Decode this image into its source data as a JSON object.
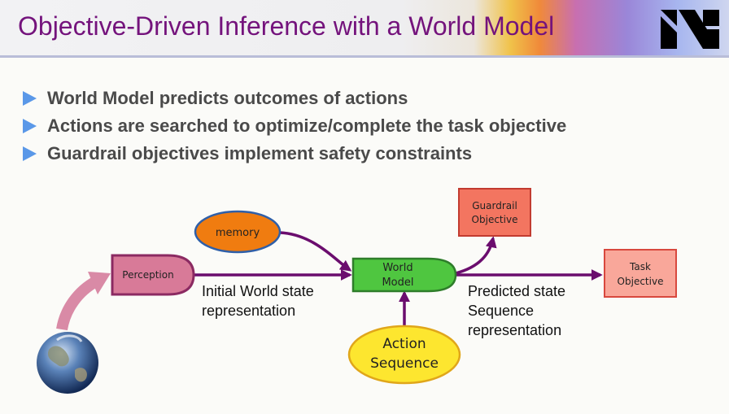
{
  "title": "Objective-Driven Inference with a World Model",
  "bullets": [
    "World Model predicts outcomes of actions",
    "Actions are searched to optimize/complete the task objective",
    "Guardrail objectives implement safety constraints"
  ],
  "nodes": {
    "memory": "memory",
    "perception": "Perception",
    "world_model": [
      "World",
      "Model"
    ],
    "guardrail": [
      "Guardrail",
      "Objective"
    ],
    "task": [
      "Task",
      "Objective"
    ],
    "action": [
      "Action",
      "Sequence"
    ]
  },
  "edge_labels": {
    "initial_state": [
      "Initial World state",
      "representation"
    ],
    "predicted_state": [
      "Predicted state",
      "Sequence",
      "representation"
    ]
  },
  "colors": {
    "title": "#74137c",
    "arrow": "#6b0d6e",
    "memory": "#f07c10",
    "perception": "#d87a98",
    "world_model": "#4fc640",
    "guardrail": "#f37560",
    "task": "#f9a79a",
    "action": "#fde62f",
    "bullet_marker": "#5a98e8"
  },
  "icons": [
    "brand-logo",
    "earth-globe"
  ]
}
